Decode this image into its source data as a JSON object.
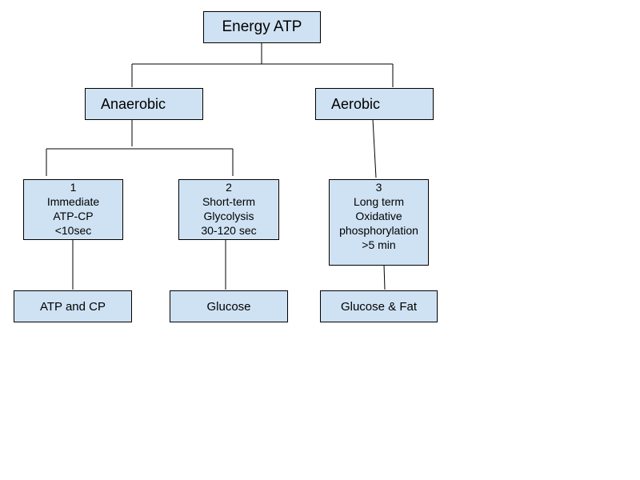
{
  "root": {
    "label": "Energy ATP"
  },
  "branches": {
    "anaerobic": {
      "label": "Anaerobic"
    },
    "aerobic": {
      "label": "Aerobic"
    }
  },
  "systems": {
    "immediate": {
      "number": "1",
      "lines": [
        "Immediate",
        "ATP-CP",
        "<10sec"
      ]
    },
    "short_term": {
      "number": "2",
      "lines": [
        "Short-term",
        "Glycolysis",
        "30-120 sec"
      ]
    },
    "long_term": {
      "number": "3",
      "lines": [
        "Long term",
        "Oxidative",
        "phosphorylation",
        ">5 min"
      ]
    }
  },
  "fuels": {
    "immediate": {
      "label": "ATP and CP"
    },
    "short_term": {
      "label": "Glucose"
    },
    "long_term": {
      "label": "Glucose & Fat"
    }
  },
  "colors": {
    "box_fill": "#cfe2f3",
    "stroke": "#000000"
  }
}
